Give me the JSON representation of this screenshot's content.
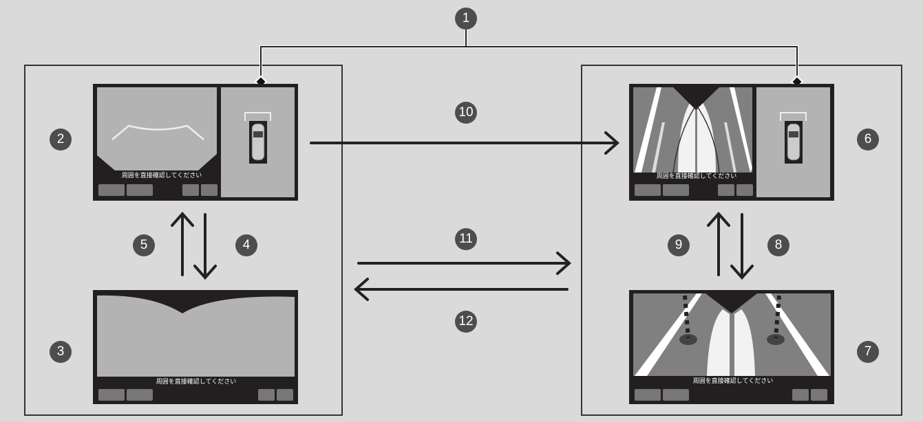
{
  "callouts": [
    "1",
    "2",
    "3",
    "4",
    "5",
    "6",
    "7",
    "8",
    "9",
    "10",
    "11",
    "12"
  ],
  "screens": {
    "top_left": {
      "message": "周囲を直接確認してください"
    },
    "bottom_left": {
      "message": "周囲を直接確認してください"
    },
    "top_right": {
      "message": "周囲を直接確認してください"
    },
    "bottom_right": {
      "message": "周囲を直接確認してください"
    }
  },
  "colors": {
    "background": "#dadada",
    "callout": "#4d4d4d",
    "screen": "#231f20",
    "camera": "#b3b3b3"
  }
}
